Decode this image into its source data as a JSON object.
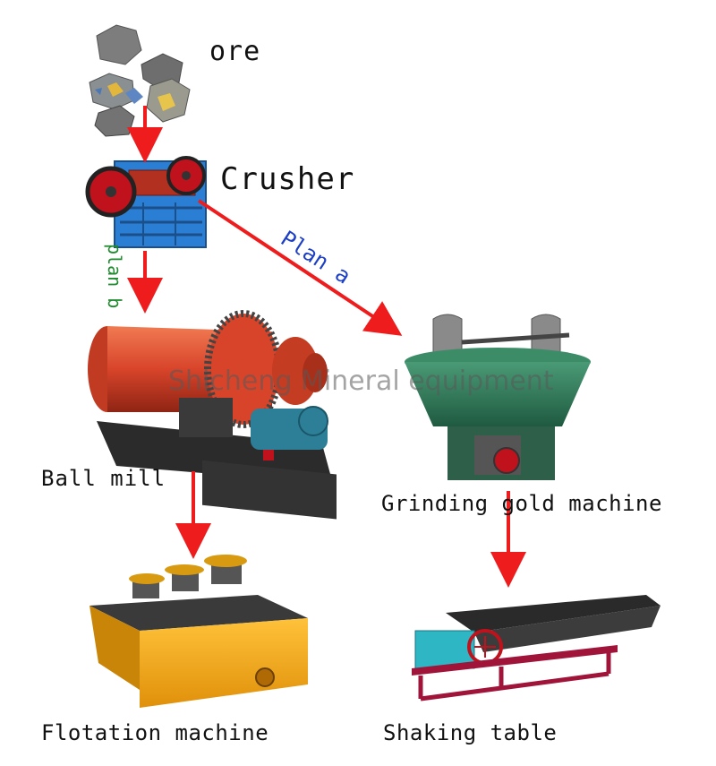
{
  "nodes": {
    "ore": "ore",
    "crusher": "Crusher",
    "ball_mill": "Ball mill",
    "grinding_gold_machine": "Grinding gold machine",
    "flotation_machine": "Flotation machine",
    "shaking_table": "Shaking table"
  },
  "edges": {
    "plan_a": "Plan a",
    "plan_b": "plan b"
  },
  "watermark": "Shicheng Mineral equipment",
  "colors": {
    "arrow": "#ee1c1c",
    "plan_a_text": "#1c3fc4",
    "plan_b_text": "#1f8a2e",
    "crusher_body": "#2a7fd4",
    "crusher_wheel": "#c0121c",
    "ball_mill_drum": "#d8442a",
    "grinder_body": "#2f7d5b",
    "flotation_body": "#f2a518",
    "shaking_table_deck": "#2a2a2a"
  }
}
